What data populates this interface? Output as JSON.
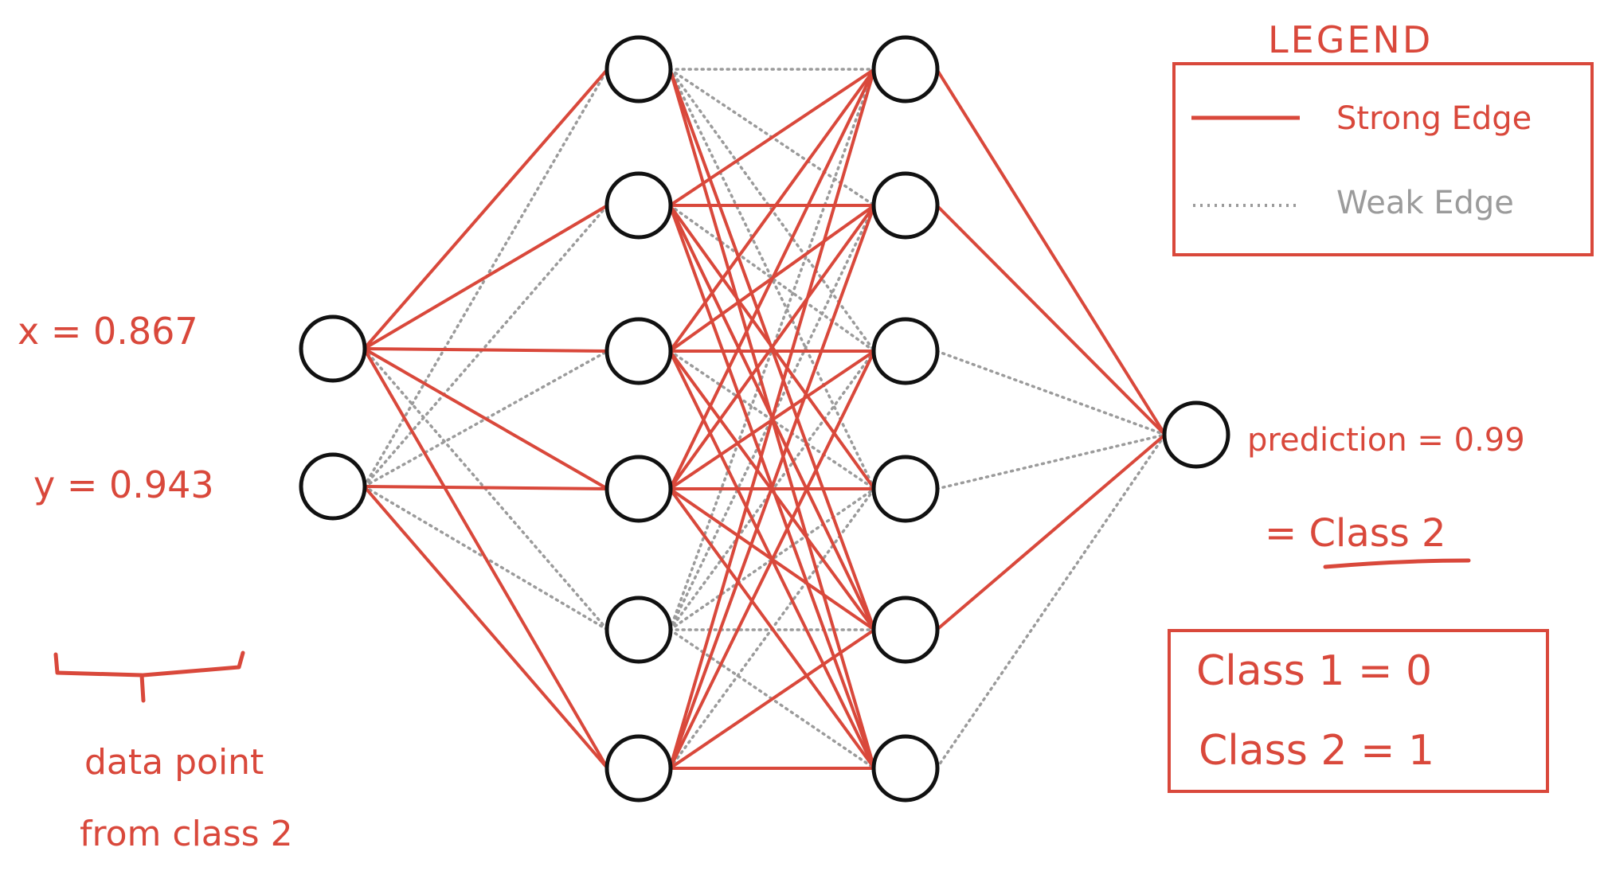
{
  "inputs": {
    "x_label": "x = 0.867",
    "y_label": "y = 0.943",
    "data_point_line1": "data point",
    "data_point_line2": "from class 2"
  },
  "legend": {
    "title": "LEGEND",
    "strong_label": "Strong Edge",
    "weak_label": "Weak Edge"
  },
  "output": {
    "prediction_label": "prediction = 0.99",
    "class_result": "= Class 2"
  },
  "class_key": {
    "class1": "Class 1 = 0",
    "class2": "Class 2 = 1"
  },
  "colors": {
    "strong": "#d9483b",
    "weak": "#9b9b9b",
    "node_stroke": "#111111",
    "text": "#d9483b"
  },
  "network": {
    "layers": [
      2,
      6,
      6,
      1
    ],
    "edges": {
      "input_h1": [
        [
          "strong",
          "strong",
          "strong",
          "strong",
          "weak",
          "strong"
        ],
        [
          "weak",
          "weak",
          "weak",
          "strong",
          "weak",
          "strong"
        ]
      ],
      "h1_h2": [
        [
          "weak",
          "weak",
          "weak",
          "weak",
          "strong",
          "strong"
        ],
        [
          "strong",
          "strong",
          "weak",
          "strong",
          "strong",
          "strong"
        ],
        [
          "strong",
          "strong",
          "strong",
          "weak",
          "strong",
          "strong"
        ],
        [
          "strong",
          "strong",
          "strong",
          "strong",
          "strong",
          "strong"
        ],
        [
          "weak",
          "weak",
          "weak",
          "weak",
          "weak",
          "weak"
        ],
        [
          "strong",
          "strong",
          "strong",
          "weak",
          "strong",
          "strong"
        ]
      ],
      "h2_output": [
        [
          "strong"
        ],
        [
          "strong"
        ],
        [
          "weak"
        ],
        [
          "weak"
        ],
        [
          "strong"
        ],
        [
          "weak"
        ]
      ]
    }
  }
}
